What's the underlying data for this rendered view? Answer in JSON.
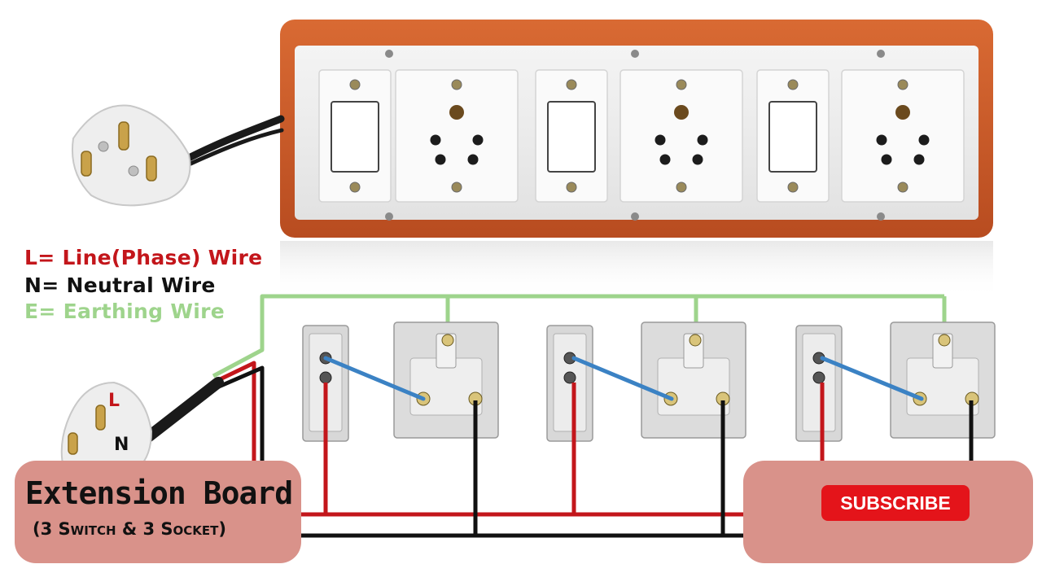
{
  "legend": {
    "line": "L= Line(Phase) Wire",
    "neutral": "N= Neutral Wire",
    "earth": "E= Earthing Wire"
  },
  "plug_labels": {
    "line": "L",
    "neutral": "N"
  },
  "title": {
    "main": "Extension Board",
    "sub": "(3 Switch & 3 Socket)"
  },
  "subscribe": {
    "button_label": "SUBSCRIBE"
  },
  "colors": {
    "line_wire": "#c3161b",
    "neutral_wire": "#111111",
    "earth_wire": "#9ed48c",
    "switch_to_socket_wire": "#3b82c4",
    "board_frame": "#c8582a",
    "badge_bg": "#d9928a",
    "subscribe_red": "#e4141a",
    "like_blue": "#2f7fd6",
    "bell_gray": "#6b6b6b"
  },
  "icons": [
    "thumbs-up-icon",
    "bell-icon",
    "hand-cursor-icon"
  ],
  "modules": [
    "switch",
    "socket",
    "switch",
    "socket",
    "switch",
    "socket"
  ]
}
